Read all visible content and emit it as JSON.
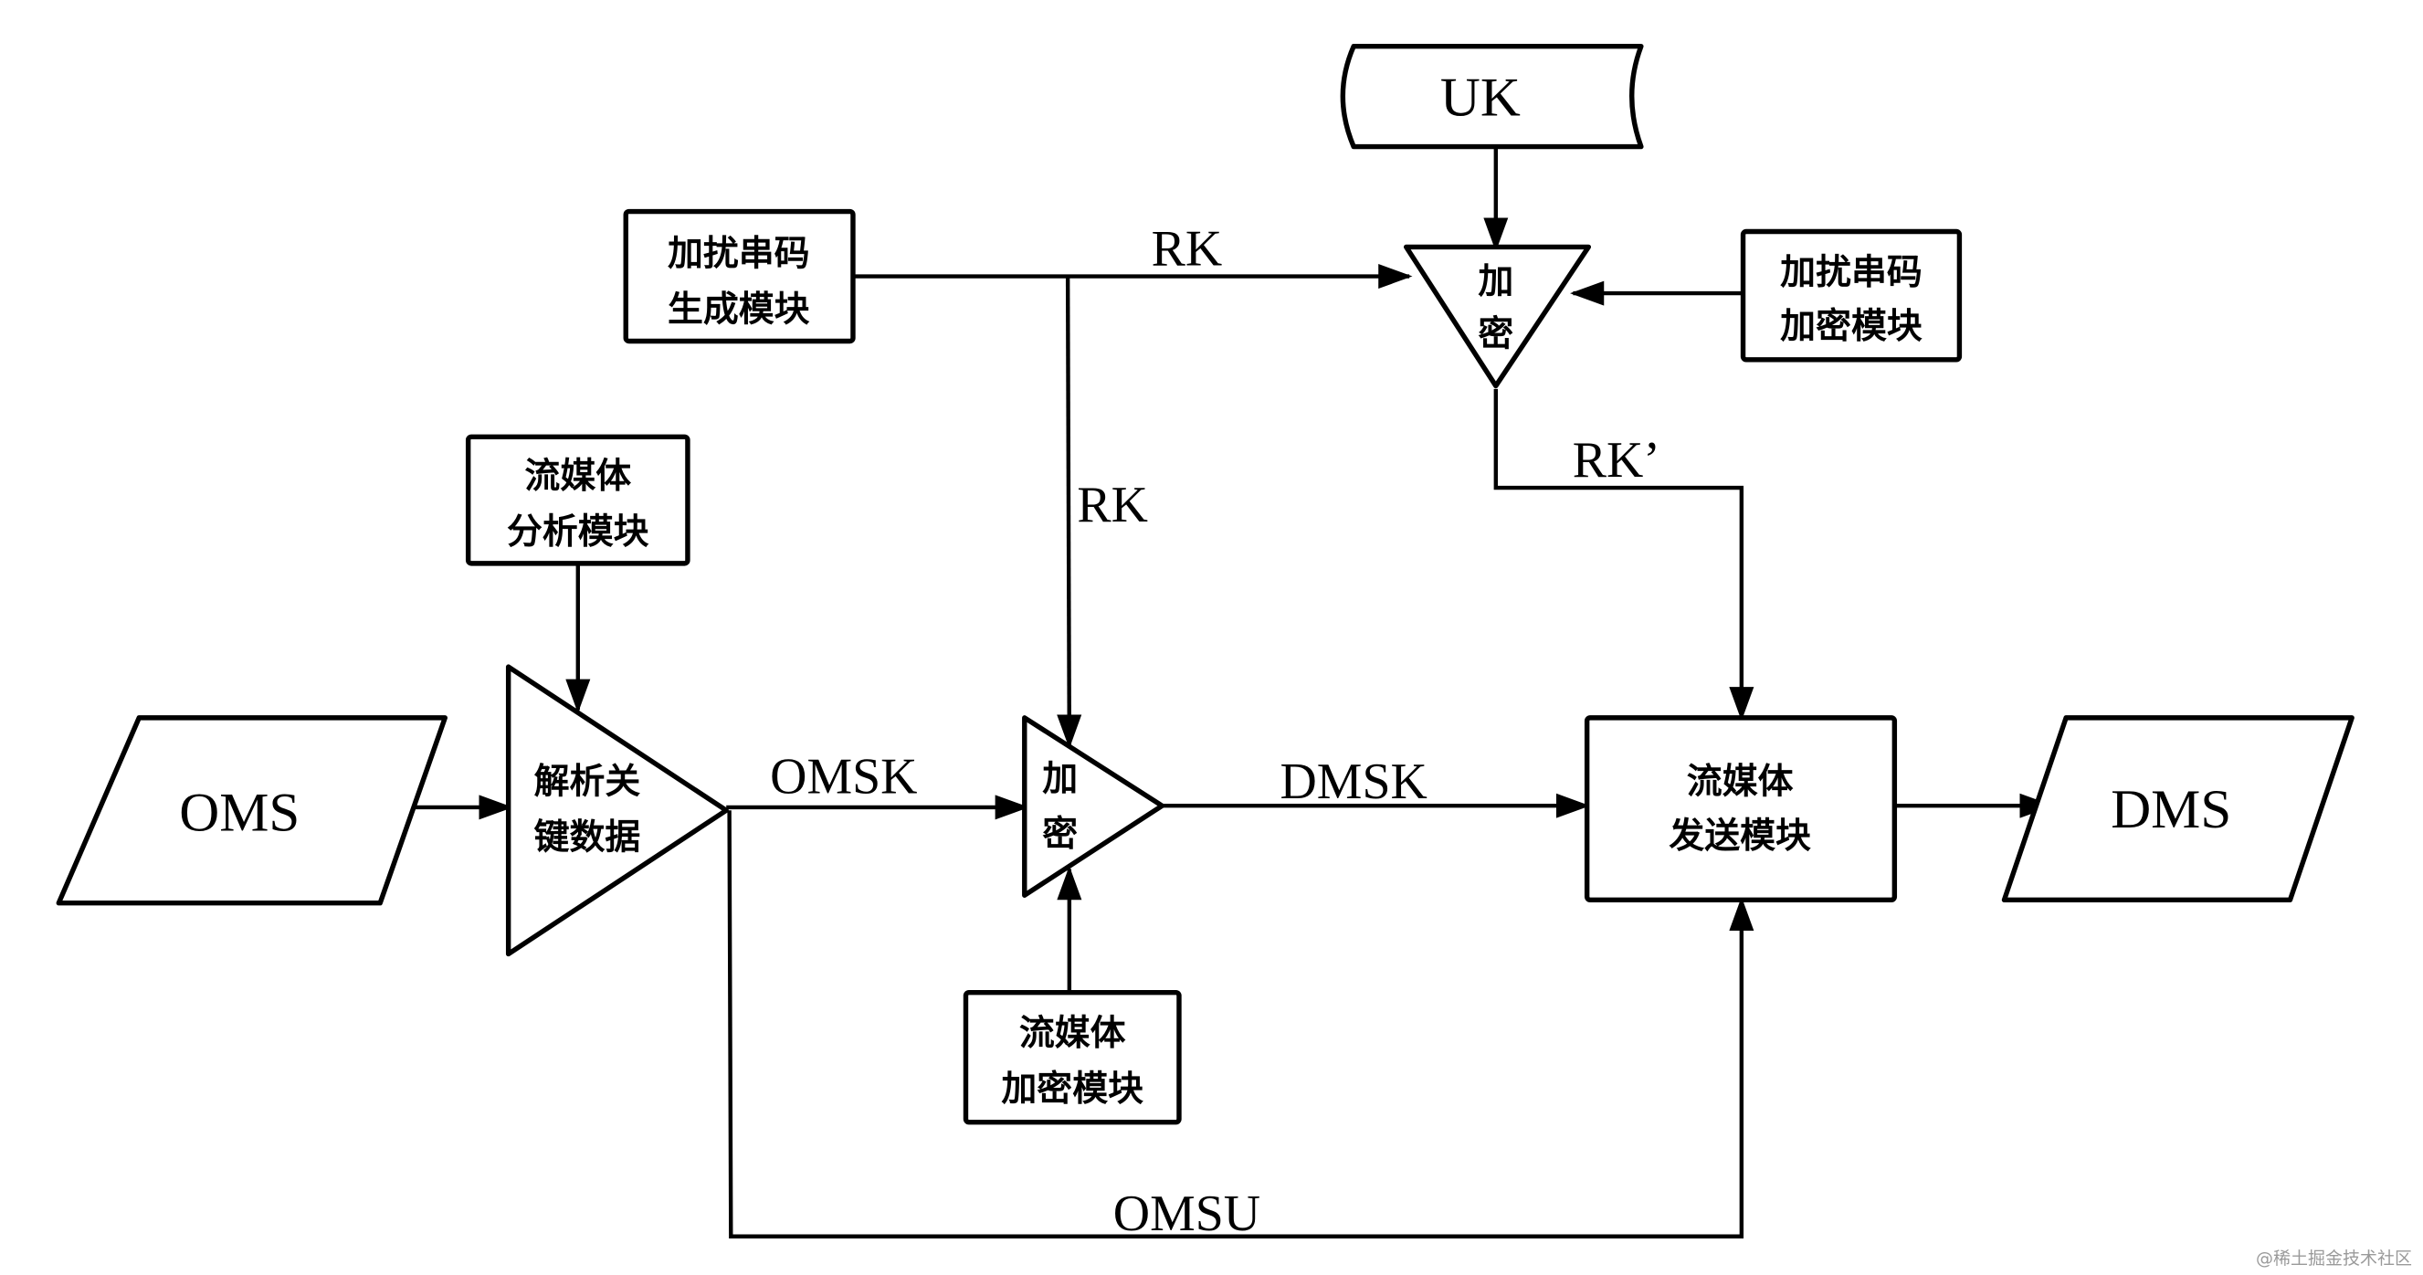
{
  "diagram": {
    "nodes": {
      "scramble_gen": {
        "line1": "加扰串码",
        "line2": "生成模块"
      },
      "uk": {
        "label": "UK"
      },
      "encrypt_top": {
        "line1": "加",
        "line2": "密"
      },
      "scramble_enc": {
        "line1": "加扰串码",
        "line2": "加密模块"
      },
      "stream_analysis": {
        "line1": "流媒体",
        "line2": "分析模块"
      },
      "parse_key": {
        "line1": "解析关",
        "line2": "键数据"
      },
      "oms": {
        "label": "OMS"
      },
      "encrypt_mid": {
        "line1": "加",
        "line2": "密"
      },
      "stream_enc": {
        "line1": "流媒体",
        "line2": "加密模块"
      },
      "stream_send": {
        "line1": "流媒体",
        "line2": "发送模块"
      },
      "dms": {
        "label": "DMS"
      }
    },
    "edge_labels": {
      "rk_top": "RK",
      "rk_vertical": "RK",
      "rk_prime": "RK’",
      "omsk": "OMSK",
      "dmsk": "DMSK",
      "omsu": "OMSU"
    }
  },
  "watermark": "@稀土掘金技术社区"
}
